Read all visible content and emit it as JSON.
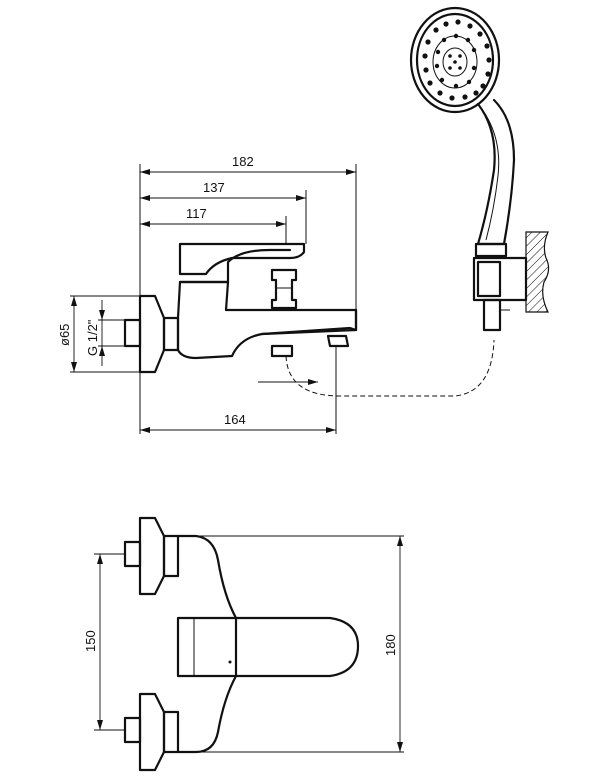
{
  "dimensions": {
    "width_182": "182",
    "width_137": "137",
    "width_117": "117",
    "width_164": "164",
    "flange_diameter": "ø65",
    "thread": "G 1/2\"",
    "center_distance": "150",
    "height_180": "180"
  }
}
